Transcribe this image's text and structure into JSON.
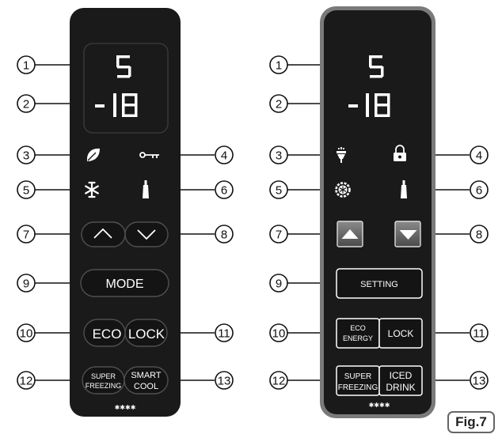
{
  "figure_label": "Fig.7",
  "callouts": [
    "1",
    "2",
    "3",
    "4",
    "5",
    "6",
    "7",
    "8",
    "9",
    "10",
    "11",
    "12",
    "13"
  ],
  "panel_left": {
    "digit_top": "5",
    "digit_bottom": "-18",
    "icons": [
      "leaf-icon",
      "key-icon",
      "snowflake-icon",
      "bottle-icon"
    ],
    "arrows": [
      "chevron-up-icon",
      "chevron-down-icon"
    ],
    "mode_label": "MODE",
    "eco_label": "ECO",
    "lock_label": "LOCK",
    "super_freezing": [
      "SUPER",
      "FREEZING"
    ],
    "smart_cool": [
      "SMART",
      "COOL"
    ],
    "star_rating": "✱✱✱✱"
  },
  "panel_right": {
    "digit_top": "5",
    "digit_bottom": "-18",
    "icons": [
      "eco-plug-icon",
      "padlock-icon",
      "snowflake-gear-icon",
      "bottle-icon"
    ],
    "arrows": [
      "triangle-up-icon",
      "triangle-down-icon"
    ],
    "setting_label": "SETTING",
    "eco_energy": [
      "ECO",
      "ENERGY"
    ],
    "lock_label": "LOCK",
    "super_freezing": [
      "SUPER",
      "FREEZING"
    ],
    "iced_drink": [
      "ICED",
      "DRINK"
    ],
    "star_rating": "✱✱✱✱"
  }
}
